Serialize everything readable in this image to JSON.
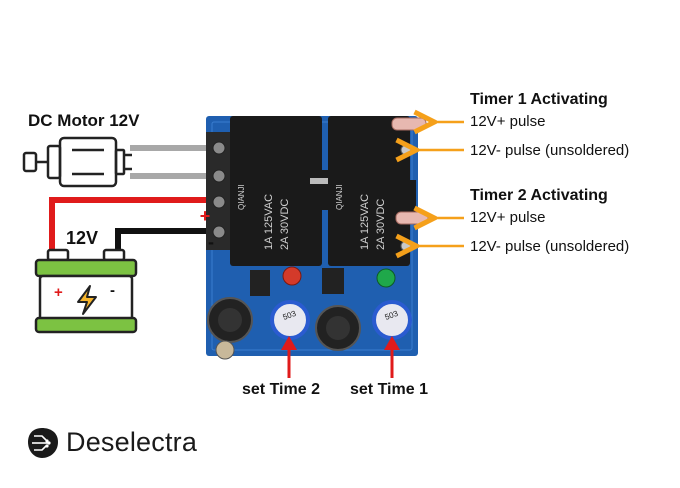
{
  "labels": {
    "motor": "DC Motor 12V",
    "battery_voltage": "12V",
    "battery_plus": "+",
    "battery_minus": "-",
    "terminal_plus": "+",
    "terminal_minus": "-",
    "timer1_title": "Timer 1 Activating",
    "timer1_pulse_plus": "12V+ pulse",
    "timer1_pulse_minus": "12V- pulse (unsoldered)",
    "timer2_title": "Timer 2 Activating",
    "timer2_pulse_plus": "12V+ pulse",
    "timer2_pulse_minus": "12V- pulse (unsoldered)",
    "set_time_2": "set Time 2",
    "set_time_1": "set Time 1",
    "pot_code": "503",
    "brand": "Deselectra"
  },
  "relays": [
    {
      "line1": "1A 125VAC",
      "line2": "2A 30VDC",
      "brand": "QIANJI"
    },
    {
      "line1": "1A 125VAC",
      "line2": "2A 30VDC",
      "brand": "QIANJI"
    }
  ],
  "colors": {
    "pcb": "#1f5fb0",
    "relay": "#1a1a1a",
    "wire_red": "#e01b1b",
    "wire_black": "#111111",
    "wire_gray": "#a8a8a8",
    "arrow_orange": "#f5a01a",
    "arrow_red": "#e01b1b",
    "battery_green": "#7cc242"
  },
  "icons": [
    "motor-icon",
    "battery-icon",
    "lightning-icon",
    "brand-logo-icon"
  ]
}
